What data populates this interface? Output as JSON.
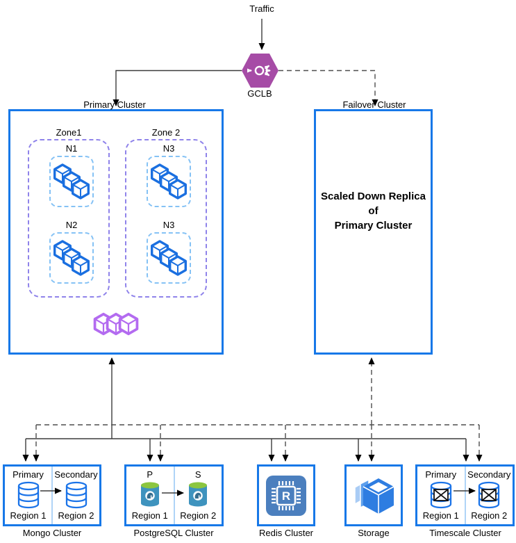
{
  "labels": {
    "traffic": "Traffic",
    "gclb": "GCLB"
  },
  "primary_cluster": {
    "label": "Primary Cluster",
    "zones": [
      {
        "label": "Zone1",
        "nodes": [
          {
            "label": "N1"
          },
          {
            "label": "N2"
          }
        ]
      },
      {
        "label": "Zone 2",
        "nodes": [
          {
            "label": "N3"
          },
          {
            "label": "N3"
          }
        ]
      }
    ]
  },
  "failover_cluster": {
    "label": "Failover Cluster",
    "body_lines": [
      "Scaled Down Replica",
      "of",
      "Primary Cluster"
    ]
  },
  "data_clusters": {
    "mongo": {
      "title": "Mongo Cluster",
      "left_role": "Primary",
      "right_role": "Secondary",
      "left_region": "Region 1",
      "right_region": "Region 2"
    },
    "postgres": {
      "title": "PostgreSQL Cluster",
      "left_role": "P",
      "right_role": "S",
      "left_region": "Region 1",
      "right_region": "Region 2"
    },
    "redis": {
      "title": "Redis Cluster",
      "chip_letter": "R"
    },
    "storage": {
      "title": "Storage"
    },
    "timescale": {
      "title": "Timescale Cluster",
      "left_role": "Primary",
      "right_role": "Secondary",
      "left_region": "Region 1",
      "right_region": "Region 2"
    }
  },
  "icons": {
    "gclb": "load-balancer-hexagon-icon",
    "node_workload": "blue-pods-cubes-icon",
    "primary_footer": "purple-pods-cubes-icon",
    "mongo": "database-cylinder-icon",
    "postgres": "postgresql-cylinder-icon",
    "redis": "memorystore-chip-icon",
    "storage": "cloud-storage-box-icon",
    "timescale": "crossed-database-cylinder-icon"
  },
  "colors": {
    "cluster_border": "#1778E8",
    "zone_border": "#8F83EA",
    "node_border": "#85C2F5",
    "pods_blue": "#1A6FE0",
    "pods_purple": "#B36BF0",
    "gclb_purple": "#A64CA6",
    "redis_blue": "#4B7FBE",
    "storage_blue": "#2E7DE1",
    "storage_sheet_light": "#A9CCF5",
    "storage_sheet_mid": "#5D9FEC",
    "postgres_body": "#3E93BE",
    "postgres_top": "#8CC63F",
    "divider_blue": "#AFD4F7",
    "connector": "#3b3b3b"
  }
}
